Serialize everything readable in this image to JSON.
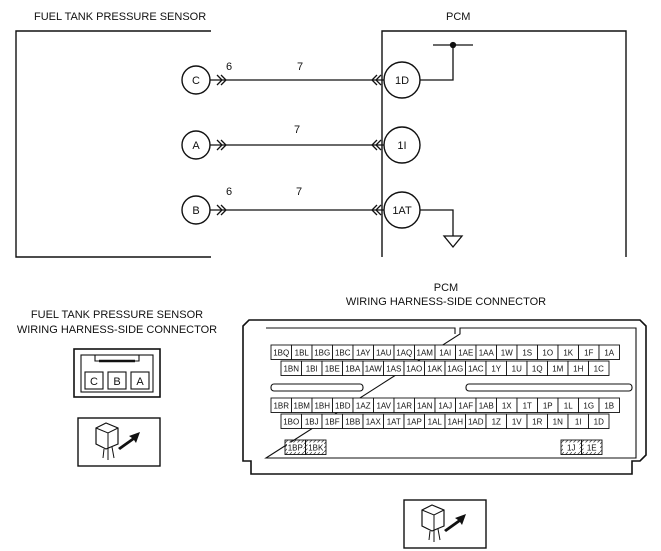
{
  "sensor": {
    "title": "FUEL TANK PRESSURE SENSOR",
    "pins": [
      "C",
      "A",
      "B"
    ]
  },
  "pcm": {
    "title": "PCM",
    "pins": [
      "1D",
      "1I",
      "1AT"
    ]
  },
  "wires": [
    {
      "from": "C",
      "to": "1D",
      "left_num": "6",
      "mid_num": "7"
    },
    {
      "from": "A",
      "to": "1I",
      "left_num": "",
      "mid_num": "7"
    },
    {
      "from": "B",
      "to": "1AT",
      "left_num": "6",
      "mid_num": "7"
    }
  ],
  "sensor_connector": {
    "title_line1": "FUEL TANK PRESSURE SENSOR",
    "title_line2": "WIRING HARNESS-SIDE CONNECTOR",
    "pins": [
      "C",
      "B",
      "A"
    ]
  },
  "pcm_connector": {
    "title_line1": "PCM",
    "title_line2": "WIRING HARNESS-SIDE CONNECTOR",
    "left_rows": [
      [
        "1BQ",
        "1BL",
        "1BG",
        "1BC",
        "1AY",
        "1AU",
        "1AQ",
        "1AM",
        "1AI",
        "1AE",
        "1AA",
        "1W",
        "1S",
        "1O",
        "1K",
        "1F",
        "1A"
      ],
      [
        "1BN",
        "1BI",
        "1BE",
        "1BA",
        "1AW",
        "1AS",
        "1AO",
        "1AK",
        "1AG",
        "1AC",
        "1Y",
        "1U",
        "1Q",
        "1M",
        "1H",
        "1C"
      ],
      [
        "1BR",
        "1BM",
        "1BH",
        "1BD",
        "1AZ",
        "1AV",
        "1AR",
        "1AN",
        "1AJ",
        "1AF",
        "1AB",
        "1X",
        "1T",
        "1P",
        "1L",
        "1G",
        "1B"
      ],
      [
        "1BO",
        "1BJ",
        "1BF",
        "1BB",
        "1AX",
        "1AT",
        "1AP",
        "1AL",
        "1AH",
        "1AD",
        "1Z",
        "1V",
        "1R",
        "1N",
        "1I",
        "1D"
      ]
    ],
    "bottom_left": [
      "1BP",
      "1BK"
    ],
    "bottom_right": [
      "1J",
      "1E"
    ]
  },
  "icons": [
    "ground-symbol",
    "connector-view-icon"
  ]
}
